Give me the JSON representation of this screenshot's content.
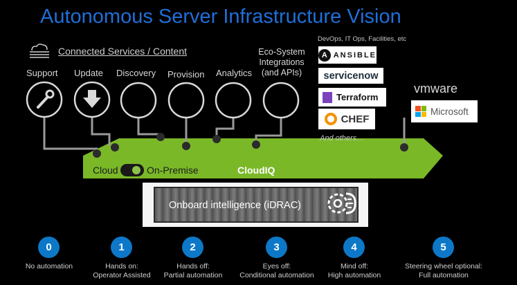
{
  "title": "Autonomous Server Infrastructure Vision",
  "connected_services": {
    "label": "Connected Services / Content"
  },
  "services": [
    {
      "label": "Support",
      "icon": "wrench-icon"
    },
    {
      "label": "Update",
      "icon": "download-arrow-icon"
    },
    {
      "label": "Discovery",
      "icon": ""
    },
    {
      "label": "Provision",
      "icon": ""
    },
    {
      "label": "Analytics",
      "icon": ""
    }
  ],
  "eco": {
    "label_lines": [
      "Eco-System",
      "Integrations",
      "(and APIs)"
    ],
    "subtitle": "DevOps, IT Ops, Facilities, etc",
    "logos": {
      "ansible": {
        "mark": "A",
        "text": "ANSIBLE"
      },
      "servicenow": "servicenow",
      "terraform": "Terraform",
      "chef": "CHEF"
    },
    "others": "And others…"
  },
  "partners": {
    "vmware": "vmware",
    "microsoft": "Microsoft"
  },
  "cloud_bar": {
    "cloud": "Cloud",
    "on_premise": "On-Premise",
    "cloudiq": "CloudIQ",
    "color": "#7ab828"
  },
  "server": {
    "label": "Onboard intelligence (iDRAC)"
  },
  "levels": [
    {
      "number": "0",
      "lines": [
        "No automation"
      ]
    },
    {
      "number": "1",
      "lines": [
        "Hands on:",
        "Operator Assisted"
      ]
    },
    {
      "number": "2",
      "lines": [
        "Hands off:",
        "Partial automation"
      ]
    },
    {
      "number": "3",
      "lines": [
        "Eyes off:",
        "Conditional automation"
      ]
    },
    {
      "number": "4",
      "lines": [
        "Mind off:",
        "High automation"
      ]
    },
    {
      "number": "5",
      "lines": [
        "Steering wheel optional:",
        "Full automation"
      ]
    }
  ],
  "colors": {
    "title": "#1f6fd8",
    "level_circle": "#0d78c8",
    "bar": "#7ab828"
  }
}
